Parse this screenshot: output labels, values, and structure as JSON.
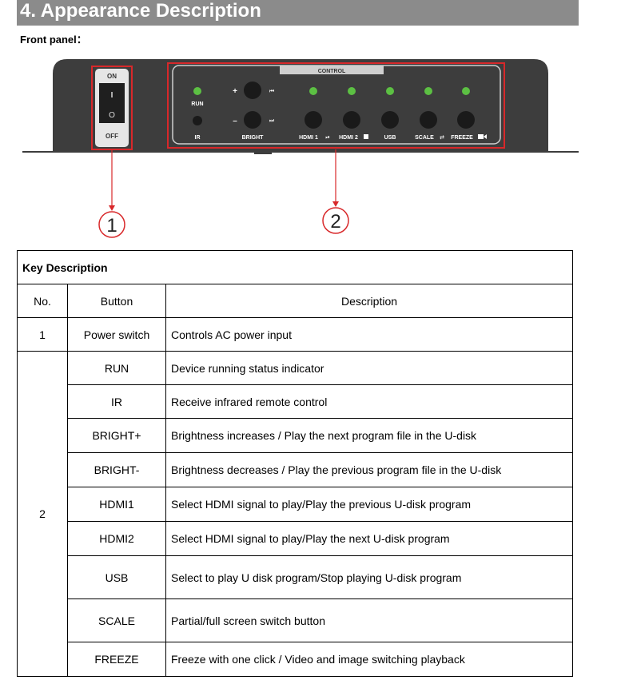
{
  "section": {
    "title": "4.  Appearance Description",
    "front_panel_label": "Front panel："
  },
  "panel": {
    "power": {
      "on": "ON",
      "off": "OFF",
      "i": "I",
      "o": "O"
    },
    "control_title": "CONTROL",
    "run": "RUN",
    "ir": "IR",
    "plus": "+",
    "minus": "–",
    "bright": "BRIGHT",
    "hdmi1": "HDMI 1",
    "hdmi2": "HDMI 2",
    "usb": "USB",
    "scale": "SCALE",
    "freeze": "FREEZE",
    "callout1": "1",
    "callout2": "2"
  },
  "table": {
    "title": "Key Description",
    "headers": [
      "No.",
      "Button",
      "Description"
    ],
    "rows": [
      {
        "no": "1",
        "button": "Power switch",
        "desc": "Controls AC power input"
      },
      {
        "no": "2",
        "button": "RUN",
        "desc": "Device running status indicator"
      },
      {
        "button": "IR",
        "desc": "Receive infrared remote control"
      },
      {
        "button": "BRIGHT+",
        "desc": "Brightness increases / Play the next program file in the U-disk"
      },
      {
        "button": "BRIGHT-",
        "desc": "Brightness decreases / Play the previous program file in the U-disk"
      },
      {
        "button": "HDMI1",
        "desc": "Select HDMI signal to play/Play the previous U-disk program"
      },
      {
        "button": "HDMI2",
        "desc": "Select HDMI signal to play/Play the next U-disk program"
      },
      {
        "button": "USB",
        "desc": "Select to play U disk program/Stop playing U-disk program"
      },
      {
        "button": "SCALE",
        "desc": "Partial/full screen switch button"
      },
      {
        "button": "FREEZE",
        "desc": "Freeze with one click / Video and image switching playback"
      }
    ]
  },
  "colors": {
    "header_bg": "#8b8b8b",
    "panel": "#3d3d3d",
    "led": "#5cc043",
    "callout": "#d8282a"
  }
}
